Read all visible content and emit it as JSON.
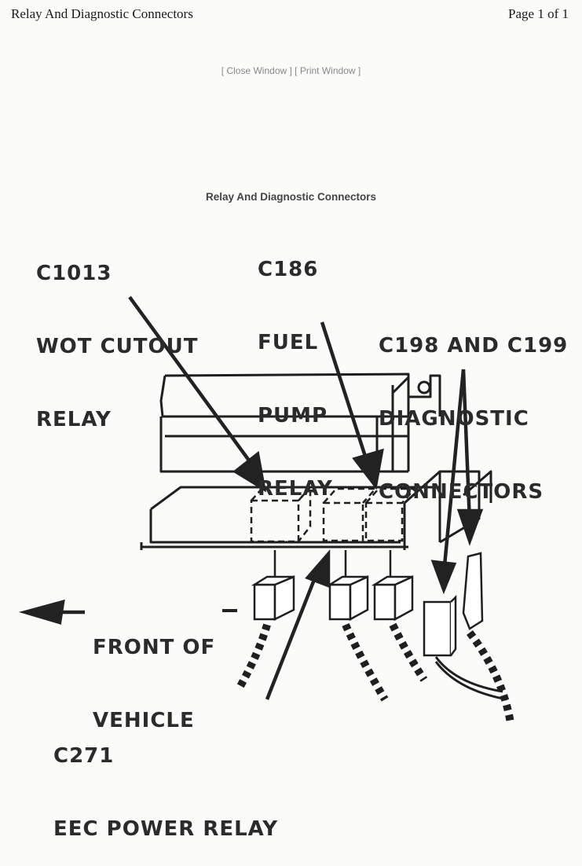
{
  "header": {
    "title": "Relay And Diagnostic Connectors",
    "page_indicator": "Page 1 of 1"
  },
  "window_links": {
    "close": "[ Close Window ]",
    "print": "[ Print Window ]"
  },
  "figure": {
    "title": "Relay And Diagnostic Connectors",
    "labels": {
      "wot": {
        "code": "C1013",
        "line1": "WOT CUTOUT",
        "line2": "RELAY"
      },
      "fuel": {
        "code": "C186",
        "line1": "FUEL",
        "line2": "PUMP",
        "line3": "RELAY"
      },
      "diag": {
        "line1": "C198 AND C199",
        "line2": "DIAGNOSTIC",
        "line3": "CONNECTORS"
      },
      "front": {
        "line1": "FRONT OF",
        "line2": "VEHICLE"
      },
      "eec": {
        "code": "C271",
        "line1": "EEC POWER RELAY"
      }
    }
  }
}
